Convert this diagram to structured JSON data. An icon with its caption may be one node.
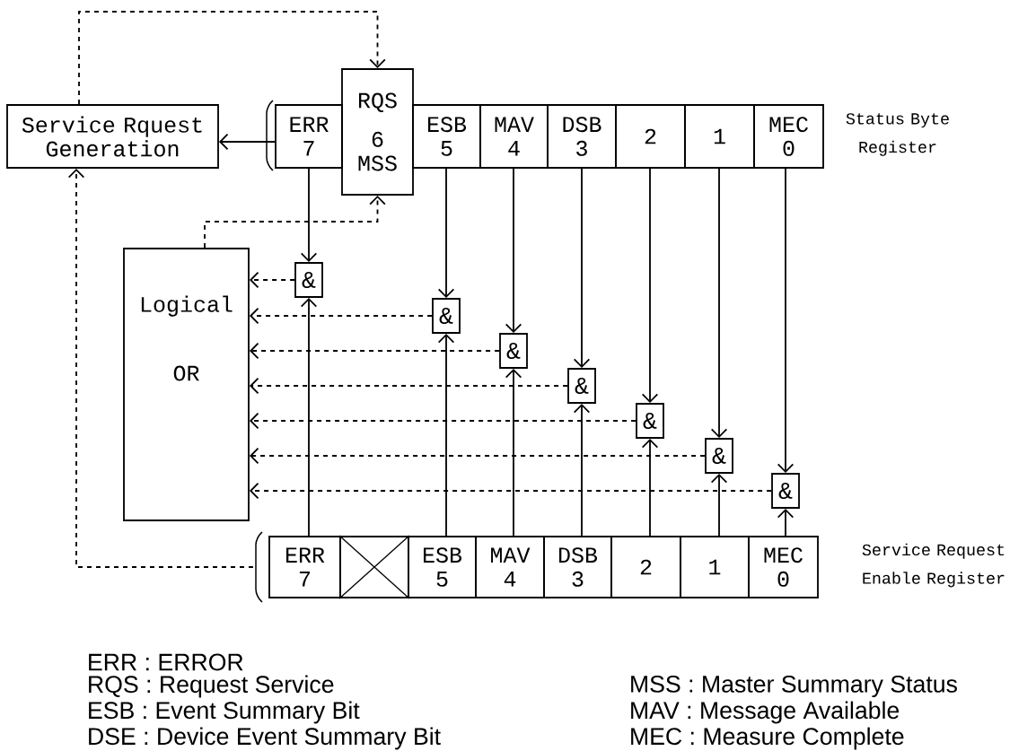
{
  "diagram": {
    "nodes": [
      {
        "text": [
          "Service Rquest Generation"
        ]
      },
      {
        "text": [
          "ERR",
          "7"
        ]
      },
      {
        "text": [
          "RQS",
          "6",
          "MSS"
        ]
      },
      {
        "text": [
          "ESB",
          "5"
        ]
      },
      {
        "text": [
          "MAV",
          "4"
        ]
      },
      {
        "text": [
          "DSB",
          "3"
        ]
      },
      {
        "text": [
          "2"
        ]
      },
      {
        "text": [
          "1"
        ]
      },
      {
        "text": [
          "MEC",
          "0"
        ]
      },
      {
        "text": [
          "Logical",
          "OR"
        ]
      },
      {
        "text": [
          "&"
        ]
      },
      {
        "text": [
          "&"
        ]
      },
      {
        "text": [
          "&"
        ]
      },
      {
        "text": [
          "&"
        ]
      },
      {
        "text": [
          "&"
        ]
      },
      {
        "text": [
          "&"
        ]
      },
      {
        "text": [
          "&"
        ]
      },
      {
        "text": [
          "ERR",
          "7"
        ]
      },
      {
        "text": [],
        "shape": "box"
      },
      {
        "text": [
          "ESB",
          "5"
        ]
      },
      {
        "text": [
          "MAV",
          "4"
        ]
      },
      {
        "text": [
          "DSB",
          "3"
        ]
      },
      {
        "text": [
          "2"
        ]
      },
      {
        "text": [
          "1"
        ]
      },
      {
        "text": [
          "MEC",
          "0"
        ]
      }
    ],
    "edges": [
      {
        "from": 0,
        "to": 2,
        "arrow": "to",
        "style": "dashed"
      },
      {
        "from": 1,
        "to": 0,
        "arrow": "to"
      },
      {
        "from": 9,
        "to": 2,
        "arrow": "to",
        "style": "dashed"
      },
      {
        "from": null,
        "to": 0,
        "arrow": "to",
        "style": "dashed"
      },
      {
        "from": 1,
        "to": 10,
        "arrow": "to"
      },
      {
        "from": 3,
        "to": 11,
        "arrow": "to"
      },
      {
        "from": 4,
        "to": 12,
        "arrow": "to"
      },
      {
        "from": 5,
        "to": 13,
        "arrow": "to"
      },
      {
        "from": 6,
        "to": 14,
        "arrow": "to"
      },
      {
        "from": 7,
        "to": 15,
        "arrow": "to"
      },
      {
        "from": 8,
        "to": 16,
        "arrow": "to"
      },
      {
        "from": 17,
        "to": 10,
        "arrow": "to"
      },
      {
        "from": 19,
        "to": 11,
        "arrow": "to"
      },
      {
        "from": 20,
        "to": 12,
        "arrow": "to"
      },
      {
        "from": 21,
        "to": 13,
        "arrow": "to"
      },
      {
        "from": 22,
        "to": 14,
        "arrow": "to"
      },
      {
        "from": 23,
        "to": 15,
        "arrow": "to"
      },
      {
        "from": 24,
        "to": 16,
        "arrow": "to"
      },
      {
        "from": 10,
        "to": 9,
        "arrow": "to",
        "style": "dashed"
      },
      {
        "from": 11,
        "to": 9,
        "arrow": "to",
        "style": "dashed"
      },
      {
        "from": 12,
        "to": 9,
        "arrow": "to",
        "style": "dashed"
      },
      {
        "from": 13,
        "to": 9,
        "arrow": "to",
        "style": "dashed"
      },
      {
        "from": 14,
        "to": 9,
        "arrow": "to",
        "style": "dashed"
      },
      {
        "from": 15,
        "to": 9,
        "arrow": "to",
        "style": "dashed"
      },
      {
        "from": 16,
        "to": 9,
        "arrow": "to",
        "style": "dashed"
      }
    ],
    "labels": [
      "Status Byte Register",
      "Service Request Enable Register",
      "ERR : ERROR",
      "RQS : Request Service",
      "MSS : Master Summary Status",
      "ESB : Event Summary Bit",
      "MAV : Message Available",
      "DSE : Device Event Summary Bit",
      "MEC : Measure Complete"
    ]
  }
}
